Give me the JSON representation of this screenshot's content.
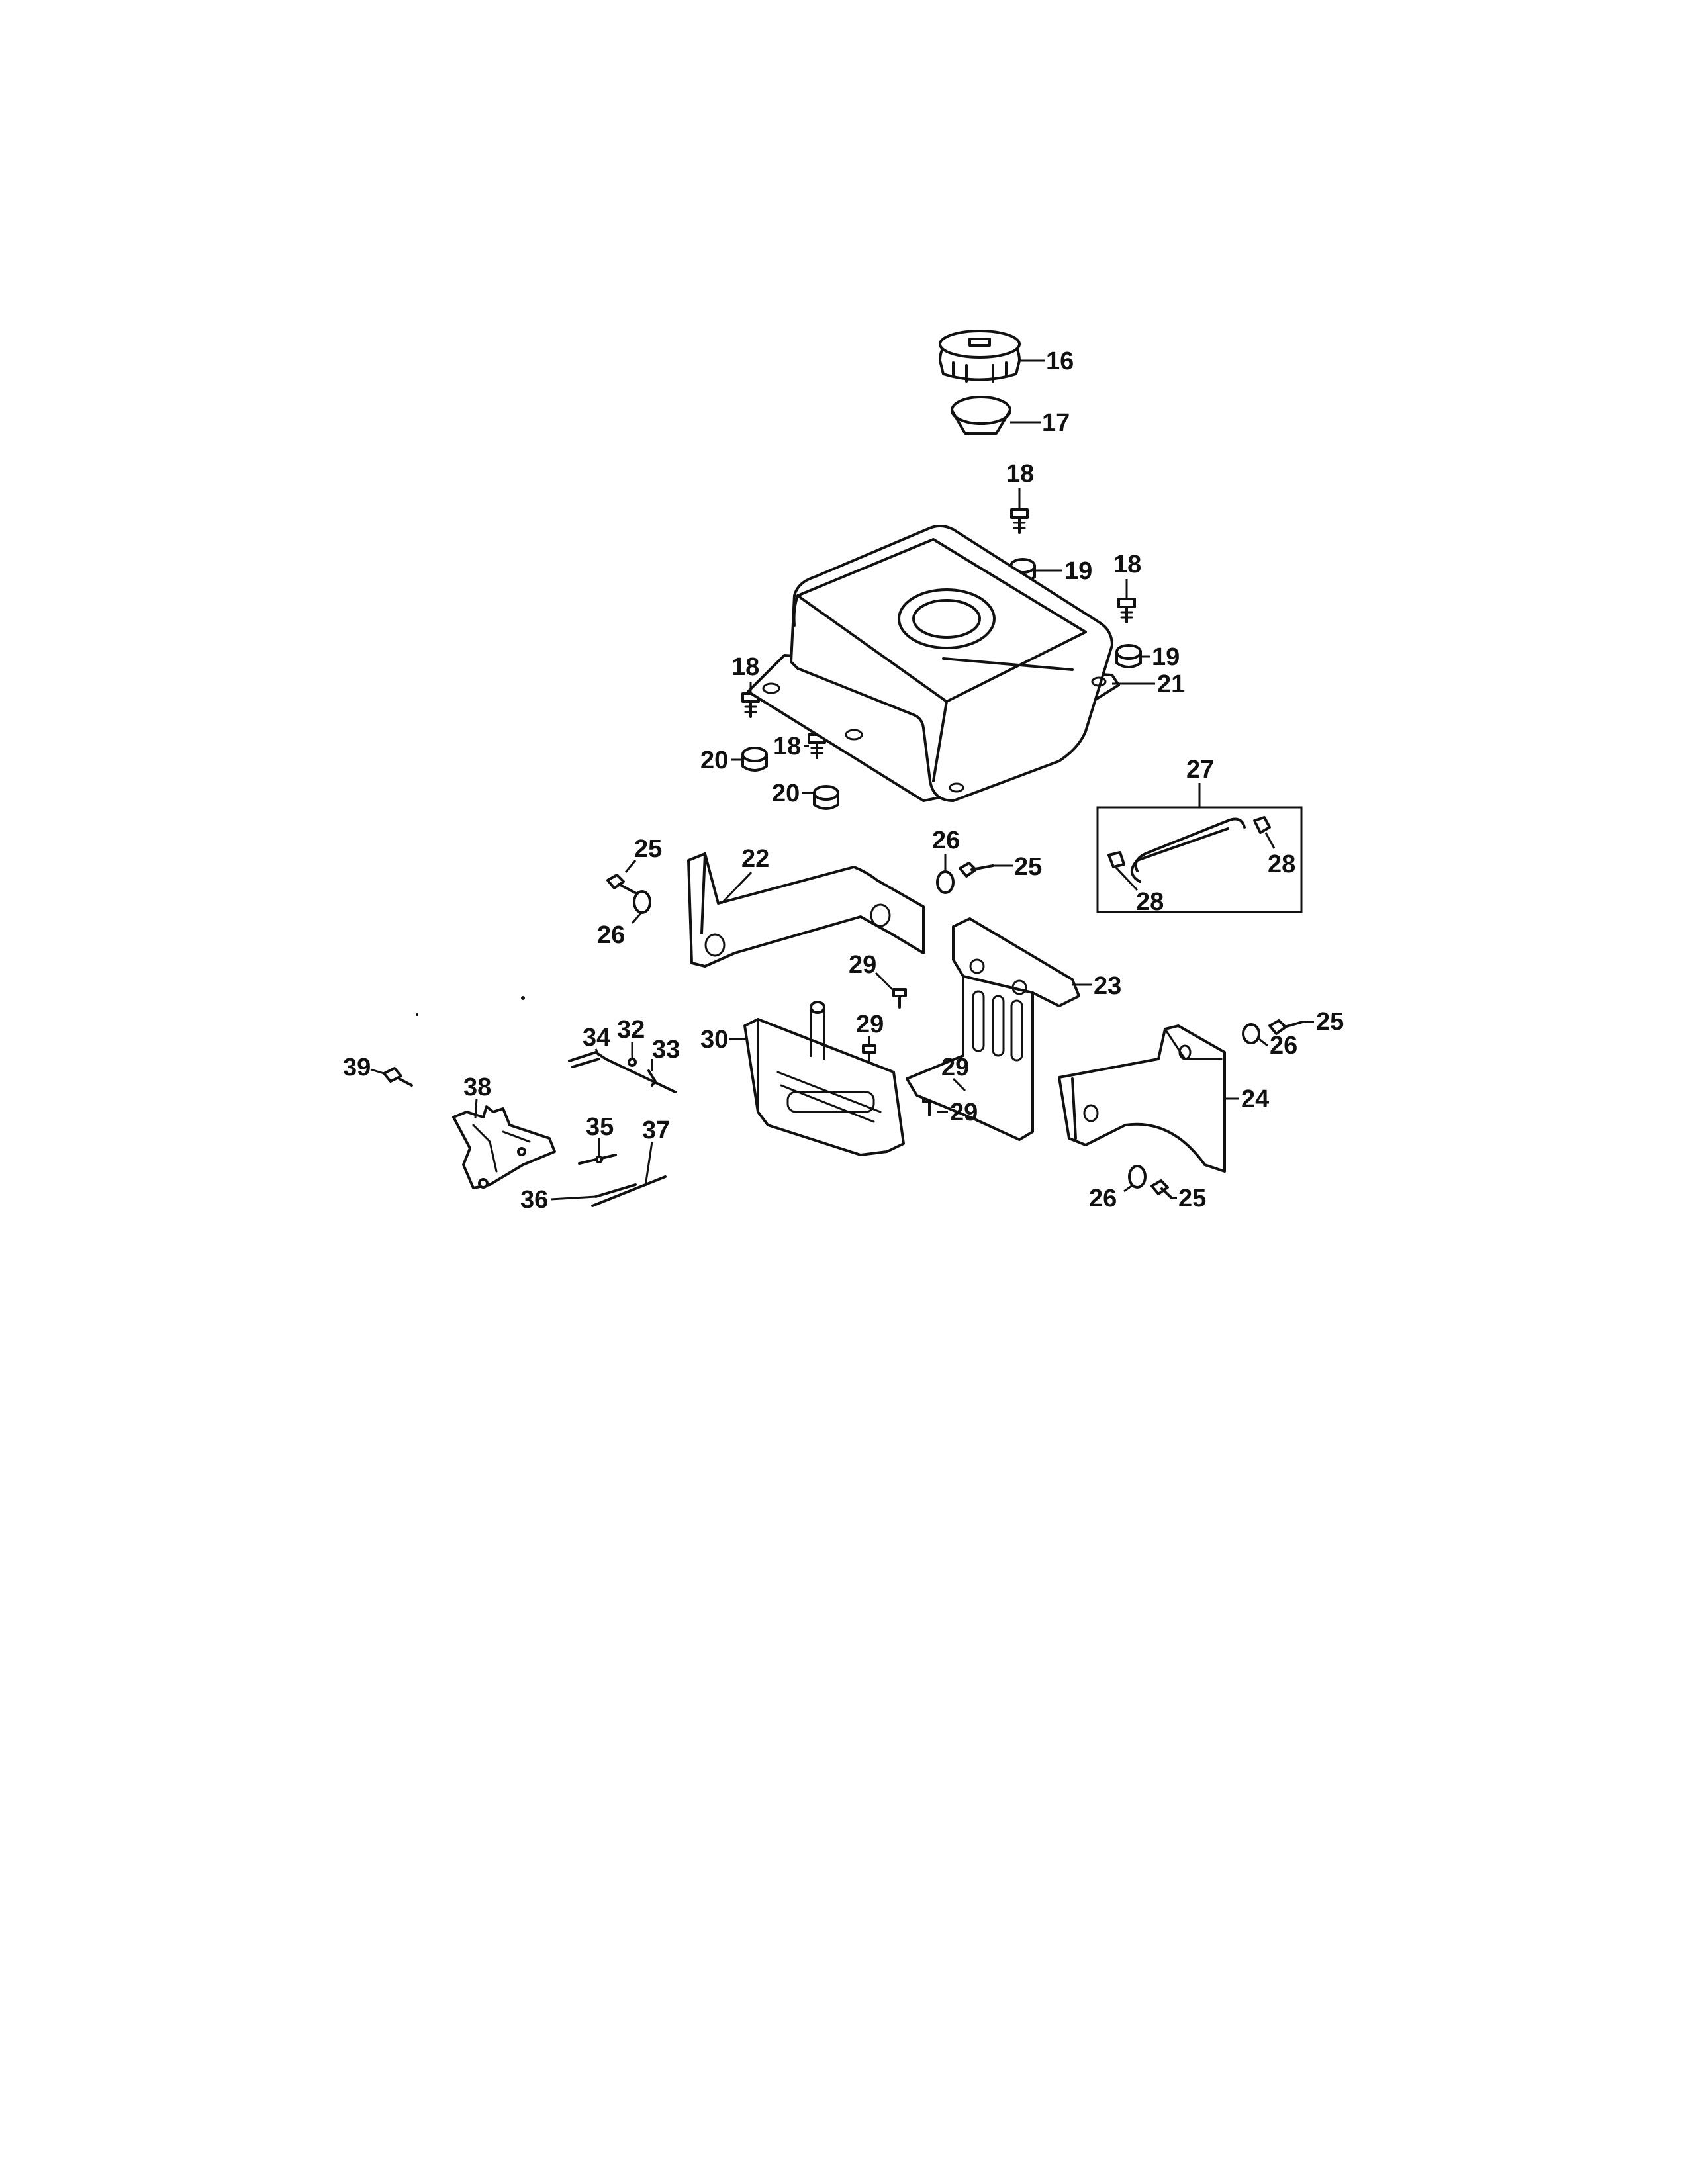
{
  "callouts": [
    {
      "id": "c16",
      "label": "16"
    },
    {
      "id": "c17",
      "label": "17"
    },
    {
      "id": "c18a",
      "label": "18"
    },
    {
      "id": "c19a",
      "label": "19"
    },
    {
      "id": "c18b",
      "label": "18"
    },
    {
      "id": "c19b",
      "label": "19"
    },
    {
      "id": "c21",
      "label": "21"
    },
    {
      "id": "c18c",
      "label": "18"
    },
    {
      "id": "c18d",
      "label": "18"
    },
    {
      "id": "c20a",
      "label": "20"
    },
    {
      "id": "c20b",
      "label": "20"
    },
    {
      "id": "c27",
      "label": "27"
    },
    {
      "id": "c28a",
      "label": "28"
    },
    {
      "id": "c28b",
      "label": "28"
    },
    {
      "id": "c25a",
      "label": "25"
    },
    {
      "id": "c26a",
      "label": "26"
    },
    {
      "id": "c22",
      "label": "22"
    },
    {
      "id": "c26b",
      "label": "26"
    },
    {
      "id": "c25b",
      "label": "25"
    },
    {
      "id": "c29a",
      "label": "29"
    },
    {
      "id": "c23",
      "label": "23"
    },
    {
      "id": "c30",
      "label": "30"
    },
    {
      "id": "c29b",
      "label": "29"
    },
    {
      "id": "c25c",
      "label": "25"
    },
    {
      "id": "c26c",
      "label": "26"
    },
    {
      "id": "c34",
      "label": "34"
    },
    {
      "id": "c32",
      "label": "32"
    },
    {
      "id": "c33",
      "label": "33"
    },
    {
      "id": "c39",
      "label": "39"
    },
    {
      "id": "c38",
      "label": "38"
    },
    {
      "id": "c29c",
      "label": "29"
    },
    {
      "id": "c29d",
      "label": "29"
    },
    {
      "id": "c24",
      "label": "24"
    },
    {
      "id": "c35",
      "label": "35"
    },
    {
      "id": "c37",
      "label": "37"
    },
    {
      "id": "c36",
      "label": "36"
    },
    {
      "id": "c26d",
      "label": "26"
    },
    {
      "id": "c25d",
      "label": "25"
    }
  ]
}
